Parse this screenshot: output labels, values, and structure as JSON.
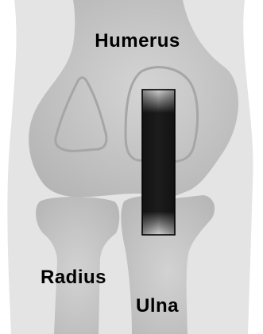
{
  "labels": {
    "humerus": "Humerus",
    "radius": "Radius",
    "ulna": "Ulna"
  },
  "colors": {
    "soft_tissue": "#e4e4e4",
    "bone": "#bdbdbd",
    "bone_light": "#d4d4d4",
    "outline": "#a6a6a6",
    "implant_dark": "#141414",
    "implant_light": "#d2d2d2",
    "text": "#000000"
  }
}
